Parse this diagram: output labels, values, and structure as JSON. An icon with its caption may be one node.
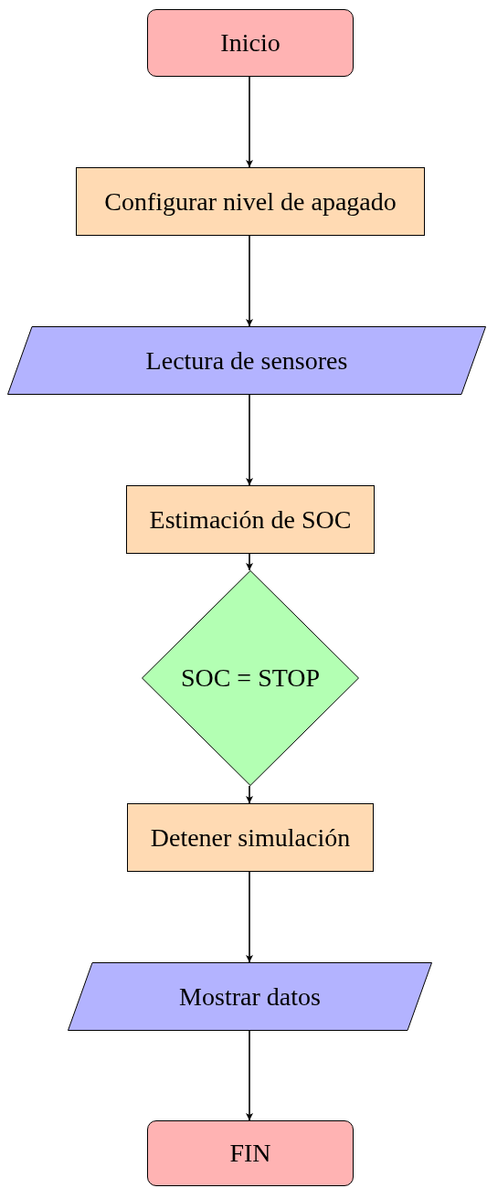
{
  "diagram": {
    "nodes": [
      {
        "text": [
          "Inicio"
        ]
      },
      {
        "text": [
          "Configurar nivel de apagado"
        ]
      },
      {
        "text": [
          "Lectura de sensores"
        ]
      },
      {
        "text": [
          "Estimación de SOC"
        ]
      },
      {
        "text": [
          "SOC = STOP"
        ]
      },
      {
        "text": [
          "Detener simulación"
        ]
      },
      {
        "text": [
          "Mostrar datos"
        ]
      },
      {
        "text": [
          "FIN"
        ]
      }
    ],
    "edges": [
      {
        "from": 0,
        "to": 1,
        "arrow": "to"
      },
      {
        "from": 1,
        "to": 2,
        "arrow": "to"
      },
      {
        "from": 2,
        "to": 3,
        "arrow": "to"
      },
      {
        "from": 3,
        "to": 4,
        "arrow": "to"
      },
      {
        "from": 4,
        "to": 5,
        "arrow": "to"
      },
      {
        "from": 5,
        "to": 6,
        "arrow": "to"
      },
      {
        "from": 6,
        "to": 7,
        "arrow": "to"
      }
    ]
  }
}
